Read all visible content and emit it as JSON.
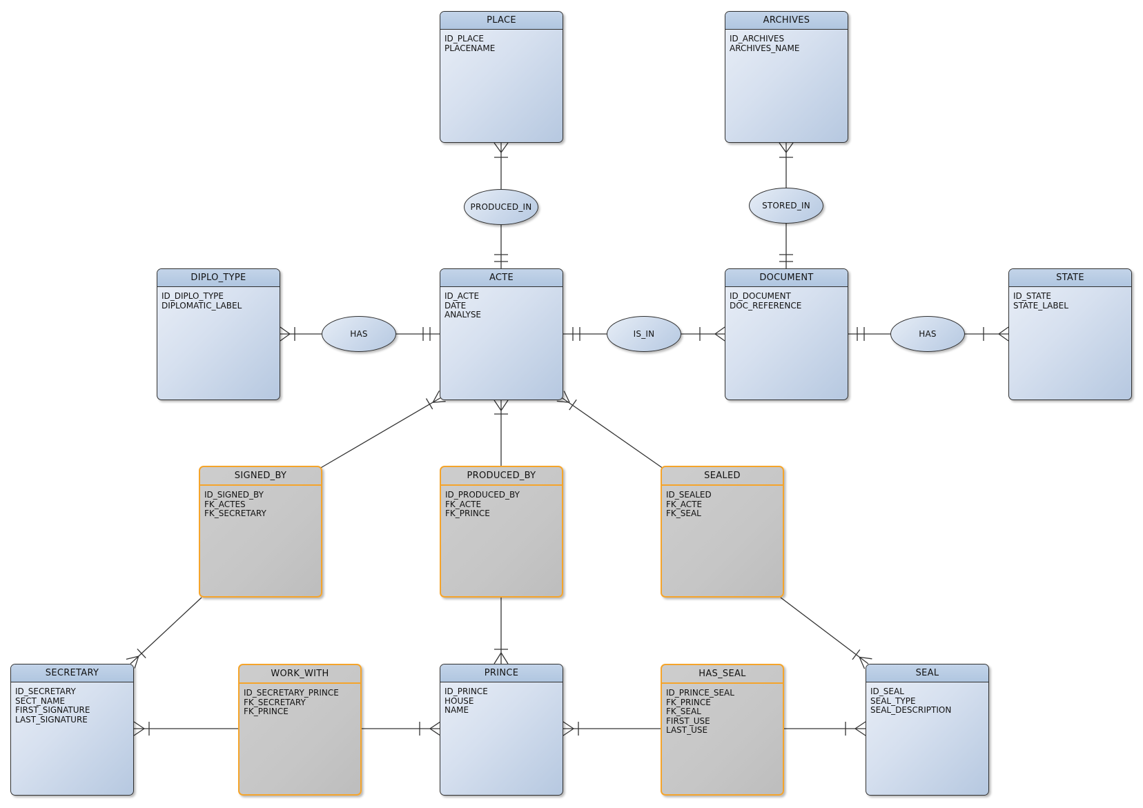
{
  "diagram": {
    "kind": "entity-relationship-diagram",
    "entities": [
      {
        "key": "place",
        "label": "PLACE",
        "type": "entity",
        "attributes": [
          "ID_PLACE",
          "PLACENAME"
        ]
      },
      {
        "key": "archives",
        "label": "ARCHIVES",
        "type": "entity",
        "attributes": [
          "ID_ARCHIVES",
          "ARCHIVES_NAME"
        ]
      },
      {
        "key": "diplo-type",
        "label": "DIPLO_TYPE",
        "type": "entity",
        "attributes": [
          "ID_DIPLO_TYPE",
          "DIPLOMATIC_LABEL"
        ]
      },
      {
        "key": "acte",
        "label": "ACTE",
        "type": "entity",
        "attributes": [
          "ID_ACTE",
          "DATE",
          "ANALYSE"
        ]
      },
      {
        "key": "document",
        "label": "DOCUMENT",
        "type": "entity",
        "attributes": [
          "ID_DOCUMENT",
          "DOC_REFERENCE"
        ]
      },
      {
        "key": "state",
        "label": "STATE",
        "type": "entity",
        "attributes": [
          "ID_STATE",
          "STATE_LABEL"
        ]
      },
      {
        "key": "signed-by",
        "label": "SIGNED_BY",
        "type": "junction",
        "attributes": [
          "ID_SIGNED_BY",
          "FK_ACTES",
          "FK_SECRETARY"
        ]
      },
      {
        "key": "produced-by",
        "label": "PRODUCED_BY",
        "type": "junction",
        "attributes": [
          "ID_PRODUCED_BY",
          "FK_ACTE",
          "FK_PRINCE"
        ]
      },
      {
        "key": "sealed",
        "label": "SEALED",
        "type": "junction",
        "attributes": [
          "ID_SEALED",
          "FK_ACTE",
          "FK_SEAL"
        ]
      },
      {
        "key": "secretary",
        "label": "SECRETARY",
        "type": "entity",
        "attributes": [
          "ID_SECRETARY",
          "SECT_NAME",
          "FIRST_SIGNATURE",
          "LAST_SIGNATURE"
        ]
      },
      {
        "key": "work-with",
        "label": "WORK_WITH",
        "type": "junction",
        "attributes": [
          "ID_SECRETARY_PRINCE",
          "FK_SECRETARY",
          "FK_PRINCE"
        ]
      },
      {
        "key": "prince",
        "label": "PRINCE",
        "type": "entity",
        "attributes": [
          "ID_PRINCE",
          "HOUSE",
          "NAME"
        ]
      },
      {
        "key": "has-seal",
        "label": "HAS_SEAL",
        "type": "junction",
        "attributes": [
          "ID_PRINCE_SEAL",
          "FK_PRINCE",
          "FK_SEAL",
          "FIRST_USE",
          "LAST_USE"
        ]
      },
      {
        "key": "seal",
        "label": "SEAL",
        "type": "entity",
        "attributes": [
          "ID_SEAL",
          "SEAL_TYPE",
          "SEAL_DESCRIPTION"
        ]
      }
    ],
    "relationships": [
      {
        "key": "produced-in",
        "label": "PRODUCED_IN"
      },
      {
        "key": "stored-in",
        "label": "STORED_IN"
      },
      {
        "key": "has-1",
        "label": "HAS"
      },
      {
        "key": "is-in",
        "label": "IS_IN"
      },
      {
        "key": "has-2",
        "label": "HAS"
      }
    ],
    "edges": [
      {
        "from": "PLACE",
        "to": "PRODUCED_IN",
        "marker_at_place": "crow-foot-one"
      },
      {
        "from": "PRODUCED_IN",
        "to": "ACTE",
        "marker_at_acte": "one-one"
      },
      {
        "from": "ARCHIVES",
        "to": "STORED_IN",
        "marker_at_archives": "crow-foot-one"
      },
      {
        "from": "STORED_IN",
        "to": "DOCUMENT",
        "marker_at_document": "one-one"
      },
      {
        "from": "DIPLO_TYPE",
        "to": "HAS",
        "marker_at_diplo_type": "crow-foot-one"
      },
      {
        "from": "HAS",
        "to": "ACTE",
        "marker_at_acte": "one-one"
      },
      {
        "from": "ACTE",
        "to": "IS_IN",
        "marker_at_acte": "one-one"
      },
      {
        "from": "IS_IN",
        "to": "DOCUMENT",
        "marker_at_document": "one-crow-foot"
      },
      {
        "from": "DOCUMENT",
        "to": "HAS",
        "marker_at_document": "one-one"
      },
      {
        "from": "HAS",
        "to": "STATE",
        "marker_at_state": "one-crow-foot"
      },
      {
        "from": "ACTE",
        "to": "SIGNED_BY",
        "marker_at_acte": "crow-foot-one"
      },
      {
        "from": "ACTE",
        "to": "PRODUCED_BY",
        "marker_at_acte": "crow-foot-one"
      },
      {
        "from": "ACTE",
        "to": "SEALED",
        "marker_at_acte": "crow-foot-one"
      },
      {
        "from": "SIGNED_BY",
        "to": "SECRETARY",
        "marker_at_secretary": "crow-foot-one"
      },
      {
        "from": "PRODUCED_BY",
        "to": "PRINCE",
        "marker_at_prince": "one-crow-foot"
      },
      {
        "from": "SEALED",
        "to": "SEAL",
        "marker_at_seal": "crow-foot-one"
      },
      {
        "from": "SECRETARY",
        "to": "WORK_WITH",
        "marker_at_secretary": "crow-foot-one"
      },
      {
        "from": "WORK_WITH",
        "to": "PRINCE",
        "marker_at_prince": "one-crow-foot"
      },
      {
        "from": "PRINCE",
        "to": "HAS_SEAL",
        "marker_at_prince": "crow-foot-one"
      },
      {
        "from": "HAS_SEAL",
        "to": "SEAL",
        "marker_at_seal": "one-crow-foot"
      }
    ],
    "colors": {
      "entity_header": "#b8cce4",
      "entity_body_light": "#eaeff7",
      "entity_body_dark": "#b6c8e0",
      "entity_border": "#2e2e2e",
      "junction_fill": "#c6c6c6",
      "junction_border": "#f5a42a",
      "line": "#333333",
      "background": "#ffffff"
    }
  }
}
